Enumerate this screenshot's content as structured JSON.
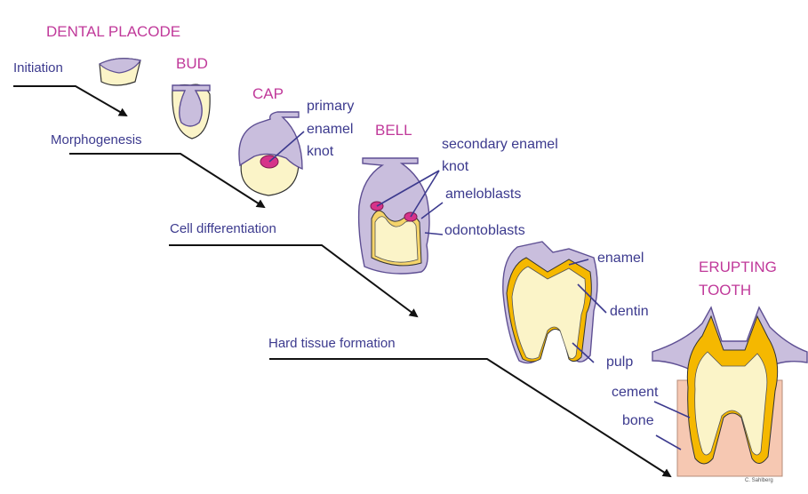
{
  "stages": {
    "dental_placode": "DENTAL PLACODE",
    "bud": "BUD",
    "cap": "CAP",
    "bell": "BELL",
    "erupting_line1": "ERUPTING",
    "erupting_line2": "TOOTH"
  },
  "steps": {
    "initiation": "Initiation",
    "morphogenesis": "Morphogenesis",
    "cell_differentiation": "Cell differentiation",
    "hard_tissue_formation": "Hard tissue formation"
  },
  "cap_labels": {
    "primary": "primary",
    "enamel": "enamel",
    "knot": "knot"
  },
  "bell_labels": {
    "secondary_enamel": "secondary enamel",
    "knot": "knot",
    "ameloblasts": "ameloblasts",
    "odontoblasts": "odontoblasts"
  },
  "tooth_labels": {
    "enamel": "enamel",
    "dentin": "dentin",
    "pulp": "pulp",
    "cement": "cement",
    "bone": "bone"
  },
  "credit": "C. Sahlberg",
  "colors": {
    "title": "#c0399a",
    "label": "#3c3a8e",
    "epithelium": "#c9bedd",
    "epithelium_outline": "#5e4f93",
    "mesenchyme": "#fbf4c8",
    "knot": "#d6338a",
    "dentin": "#f5b800",
    "bone": "#f6c8b2"
  }
}
